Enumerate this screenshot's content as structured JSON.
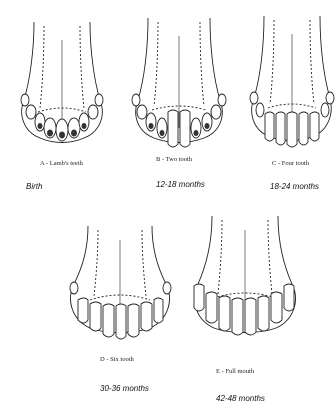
{
  "panels": [
    {
      "caption": "A - Lamb's teeth",
      "age": "Birth"
    },
    {
      "caption": "B - Two tooth",
      "age": "12-18 months"
    },
    {
      "caption": "C - Four tooth",
      "age": "18-24 months"
    },
    {
      "caption": "D - Six tooth",
      "age": "30-36 months"
    },
    {
      "caption": "E - Full mouth",
      "age": "42-48 months"
    }
  ]
}
